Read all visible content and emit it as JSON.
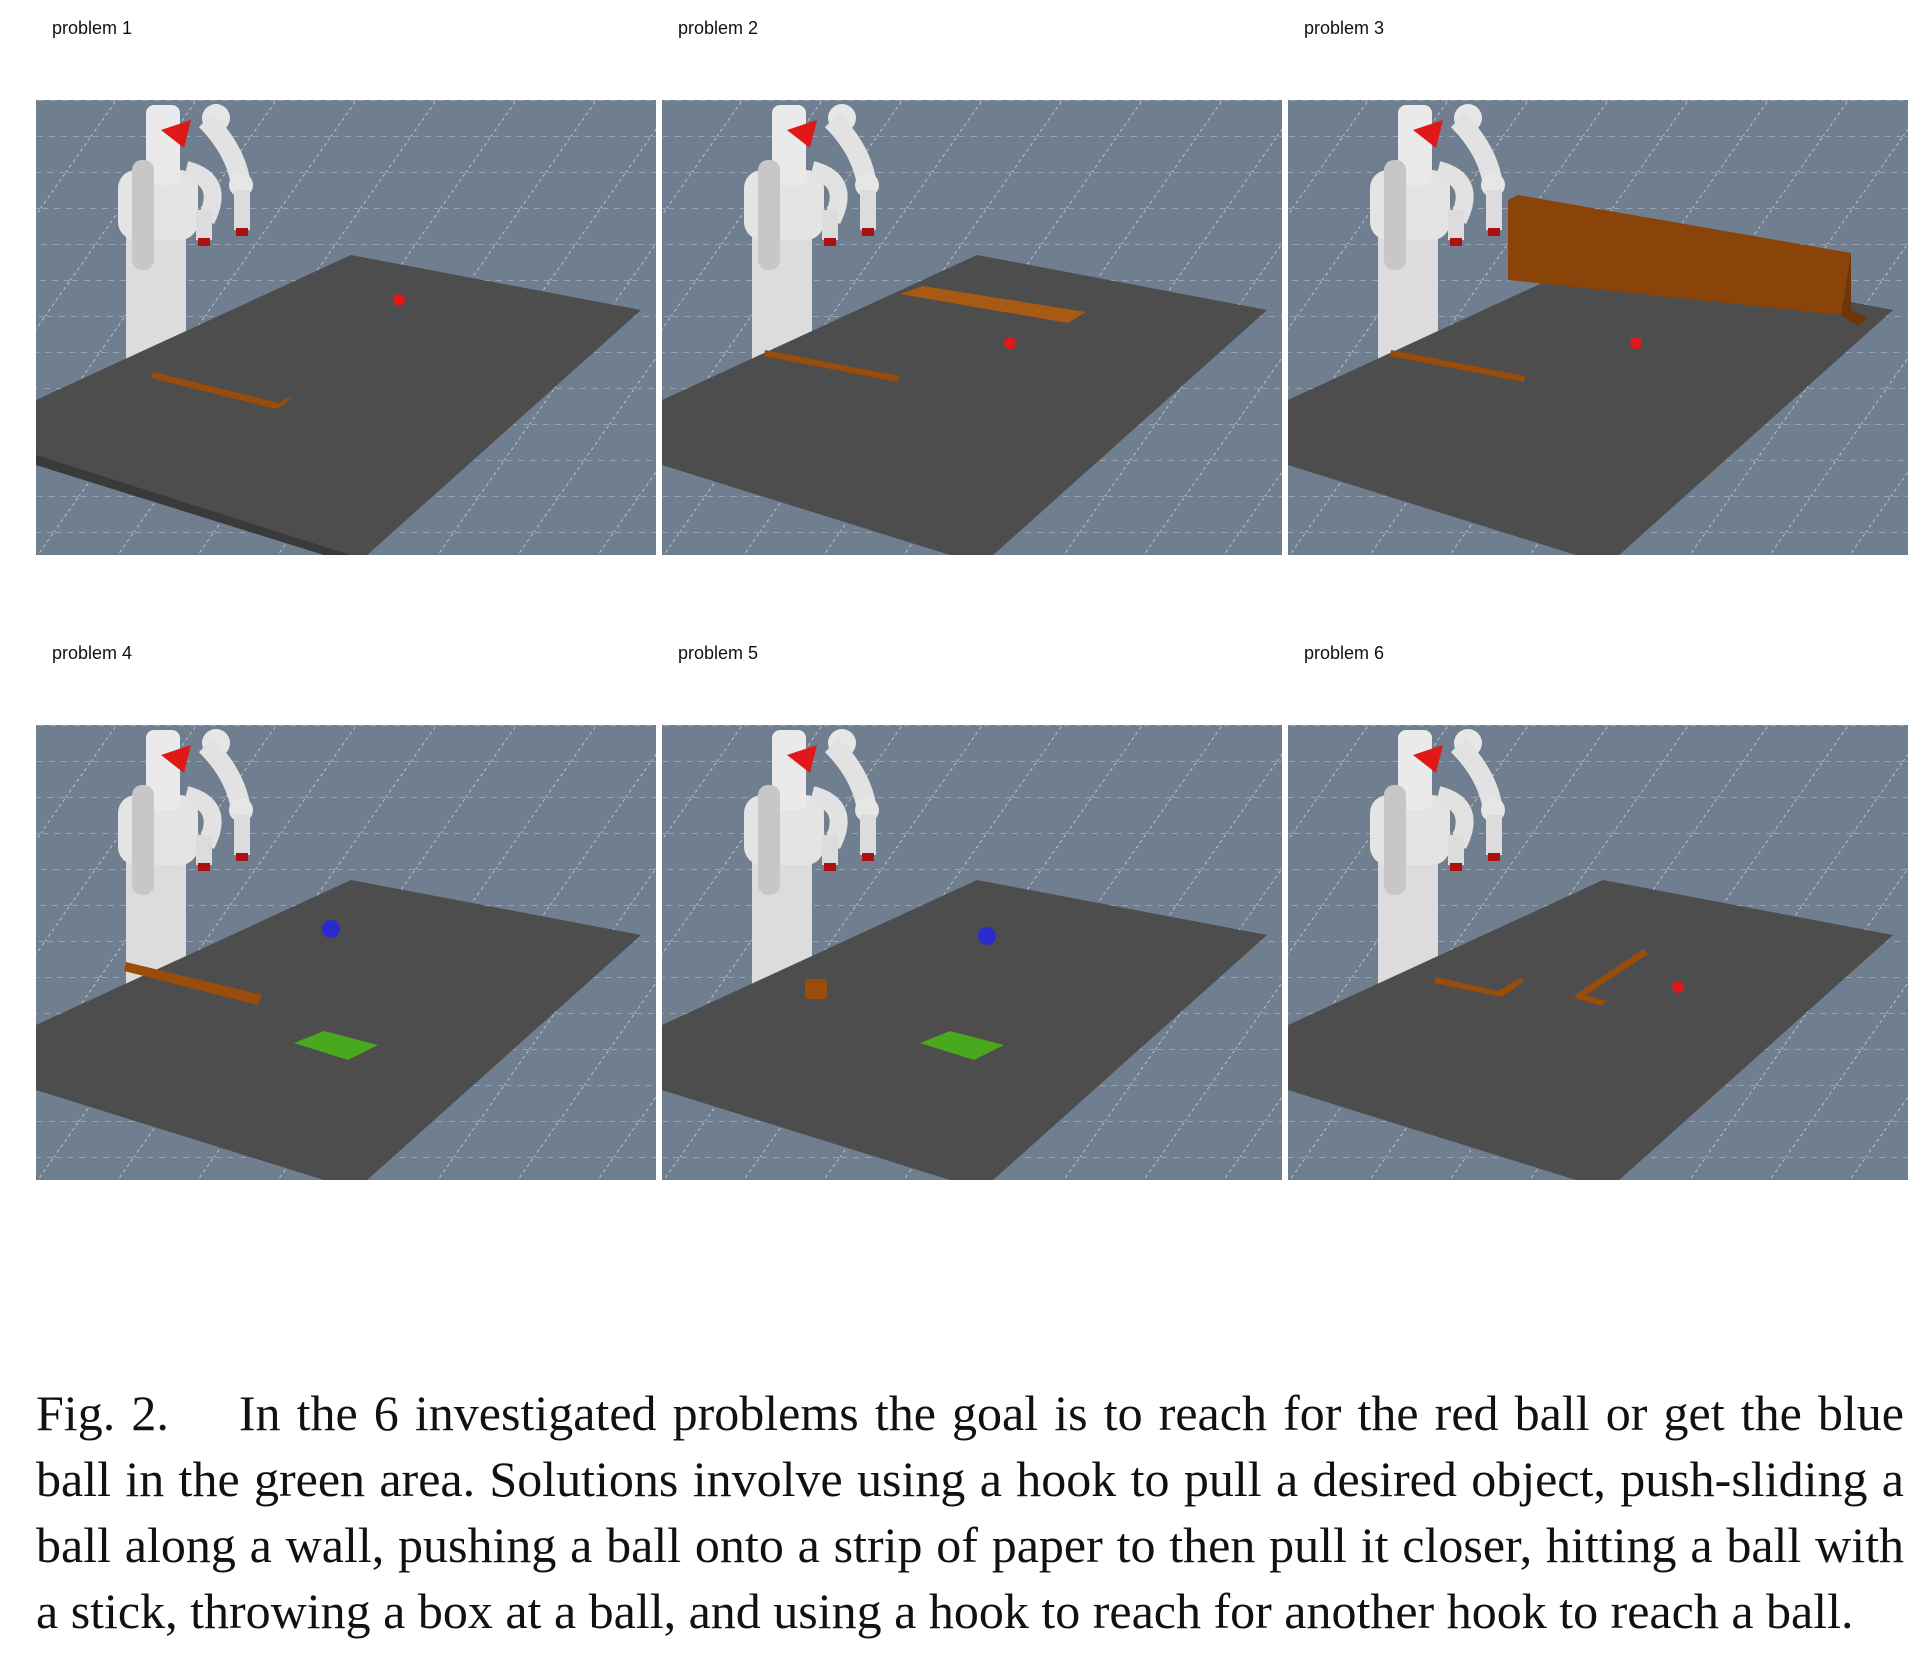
{
  "panels": [
    {
      "label": "problem 1"
    },
    {
      "label": "problem 2"
    },
    {
      "label": "problem 3"
    },
    {
      "label": "problem 4"
    },
    {
      "label": "problem 5"
    },
    {
      "label": "problem 6"
    }
  ],
  "caption": {
    "label": "Fig. 2.",
    "text": "In the 6 investigated problems the goal is to reach for the red ball or get the blue ball in the green area. Solutions involve using a hook to pull a desired object, push-sliding a ball along a wall, pushing a ball onto a strip of paper to then pull it closer, hitting a ball with a stick, throwing a box at a ball, and using a hook to reach for another hook to reach a ball."
  },
  "colors": {
    "floor": "#6f7f8f",
    "table": "#4d4d4d",
    "tool": "#9a4c0a",
    "red_ball": "#e01818",
    "blue_ball": "#2a2ad0",
    "green_area": "#4aa81e",
    "robot": "#e6e6e6"
  }
}
